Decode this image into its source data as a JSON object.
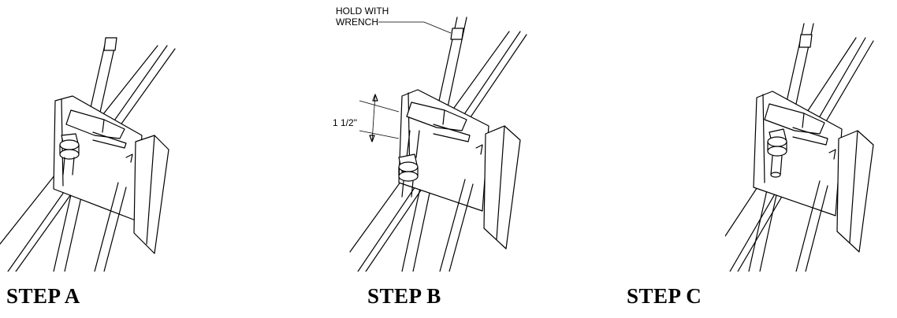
{
  "steps": [
    {
      "label": "STEP A"
    },
    {
      "label": "STEP B"
    },
    {
      "label": "STEP C"
    }
  ],
  "callouts": {
    "hold_line1": "HOLD WITH",
    "hold_line2": "WRENCH",
    "dimension": "1 1/2\""
  }
}
